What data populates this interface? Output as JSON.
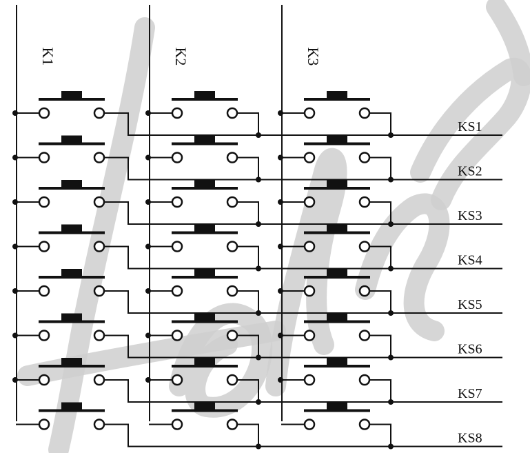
{
  "diagram": {
    "columns": [
      "K1",
      "K2",
      "K3"
    ],
    "rows": [
      "KS1",
      "KS2",
      "KS3",
      "KS4",
      "KS5",
      "KS6",
      "KS7",
      "KS8"
    ]
  },
  "colors": {
    "ink": "#111111",
    "watermark": "#cfcfcf",
    "background": "#ffffff"
  }
}
